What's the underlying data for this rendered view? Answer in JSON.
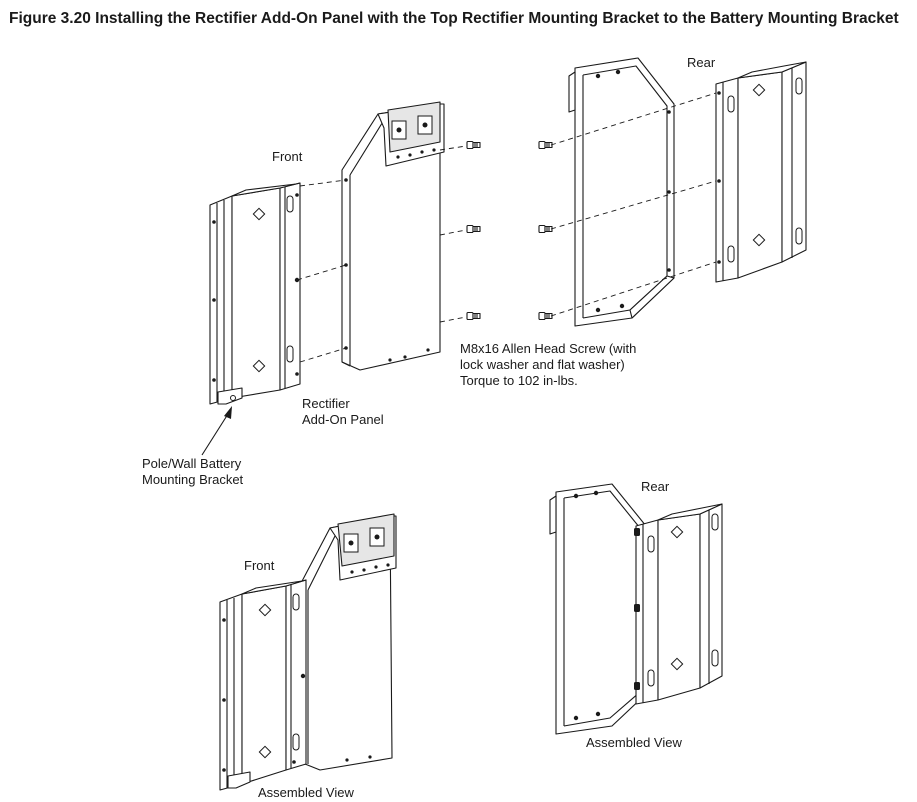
{
  "figure": {
    "title": "Figure 3.20  Installing the Rectifier Add-On Panel with the Top Rectifier Mounting Bracket to the Battery Mounting Bracket"
  },
  "labels": {
    "front_top": "Front",
    "rear_top": "Rear",
    "rectifier_line1": "Rectifier",
    "rectifier_line2": "Add-On Panel",
    "screw_line1": "M8x16 Allen Head Screw (with",
    "screw_line2": "lock washer and flat washer)",
    "screw_line3": "Torque to 102 in-lbs.",
    "bracket_line1": "Pole/Wall Battery",
    "bracket_line2": "Mounting Bracket",
    "front_bottom": "Front",
    "rear_bottom": "Rear",
    "assembled_left": "Assembled View",
    "assembled_right": "Assembled View"
  }
}
